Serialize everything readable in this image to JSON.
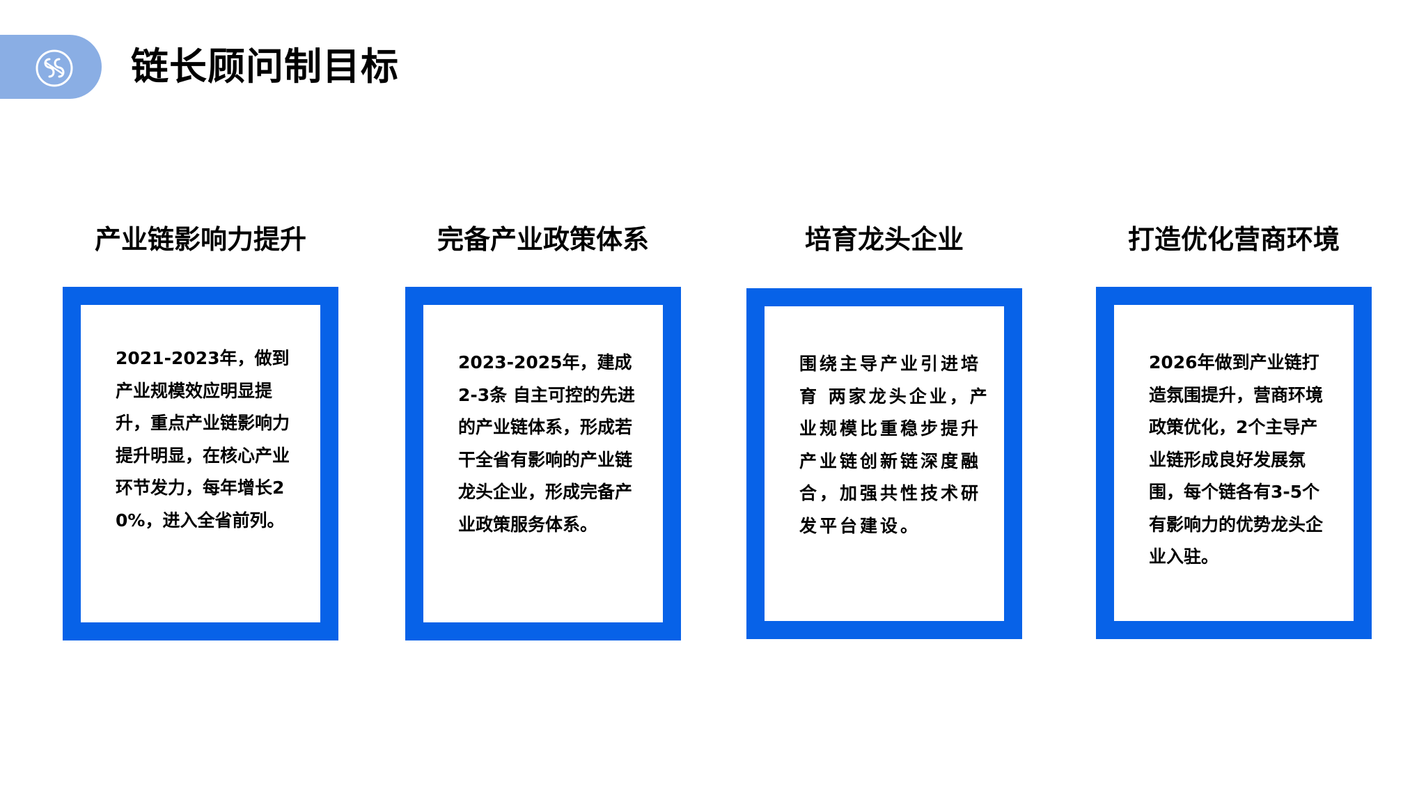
{
  "header": {
    "logo_icon": "linked-circle-logo-icon",
    "title": "链长顾问制目标",
    "tab_color": "#8aaee4"
  },
  "accent_color": "#0762e8",
  "cards": [
    {
      "heading": "产业链影响力提升",
      "text": "2021-2023年，做到产业规模效应明显提升，重点产业链影响力提升明显，在核心产业环节发力，每年增长20%，进入全省前列。"
    },
    {
      "heading": "完备产业政策体系",
      "text": "2023-2025年，建成2-3条 自主可控的先进的产业链体系，形成若干全省有影响的产业链龙头企业，形成完备产业政策服务体系。"
    },
    {
      "heading": "培育龙头企业",
      "text": "围绕主导产业引进培育 两家龙头企业，产业规模比重稳步提升产业链创新链深度融合，加强共性技术研发平台建设。"
    },
    {
      "heading": "打造优化营商环境",
      "text": "2026年做到产业链打造氛围提升，营商环境政策优化，2个主导产业链形成良好发展氛围，每个链各有3-5个有影响力的优势龙头企业入驻。"
    }
  ]
}
